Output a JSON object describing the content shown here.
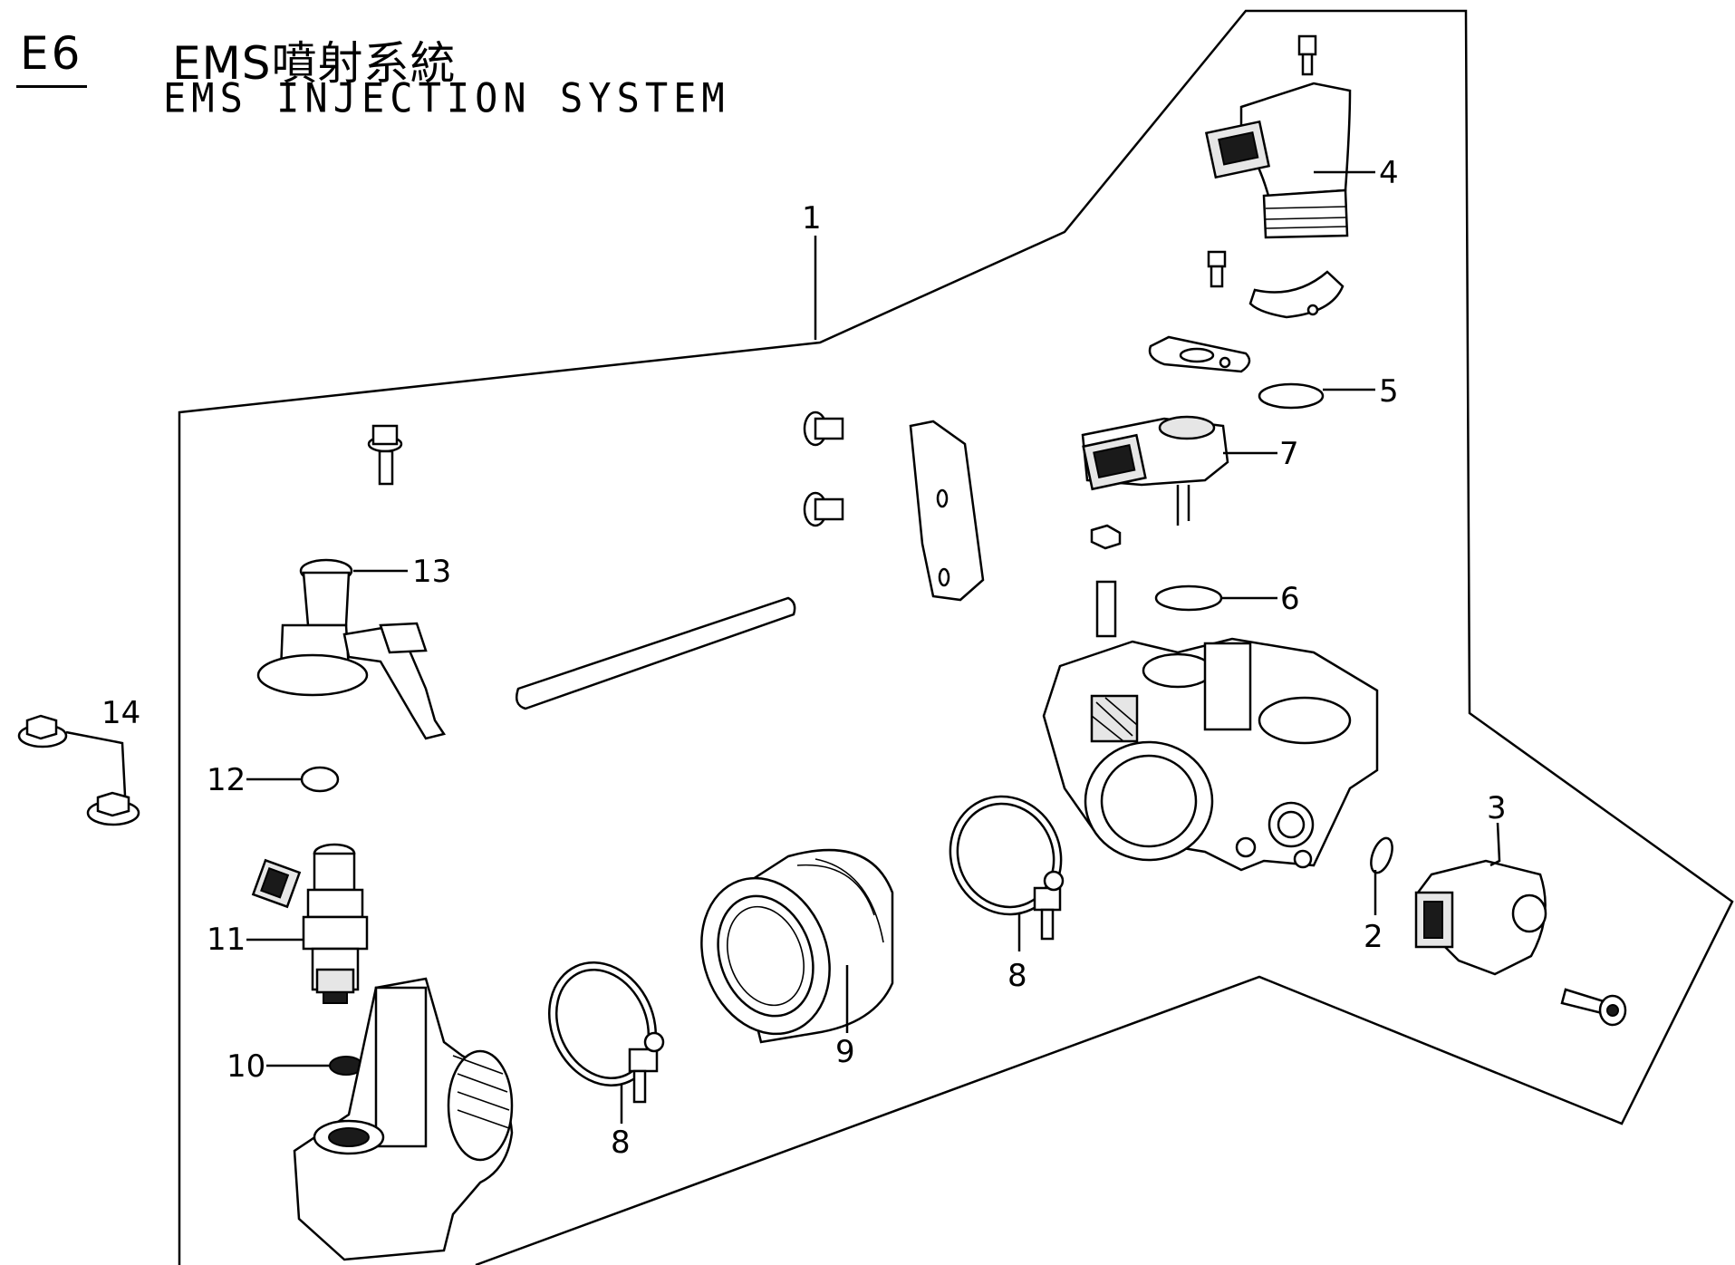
{
  "header": {
    "section_code": "E6",
    "title_cn": "EMS噴射系統",
    "title_en": "EMS INJECTION SYSTEM"
  },
  "callouts": [
    "1",
    "2",
    "3",
    "4",
    "5",
    "6",
    "7",
    "8",
    "8",
    "9",
    "10",
    "11",
    "12",
    "13",
    "14"
  ]
}
